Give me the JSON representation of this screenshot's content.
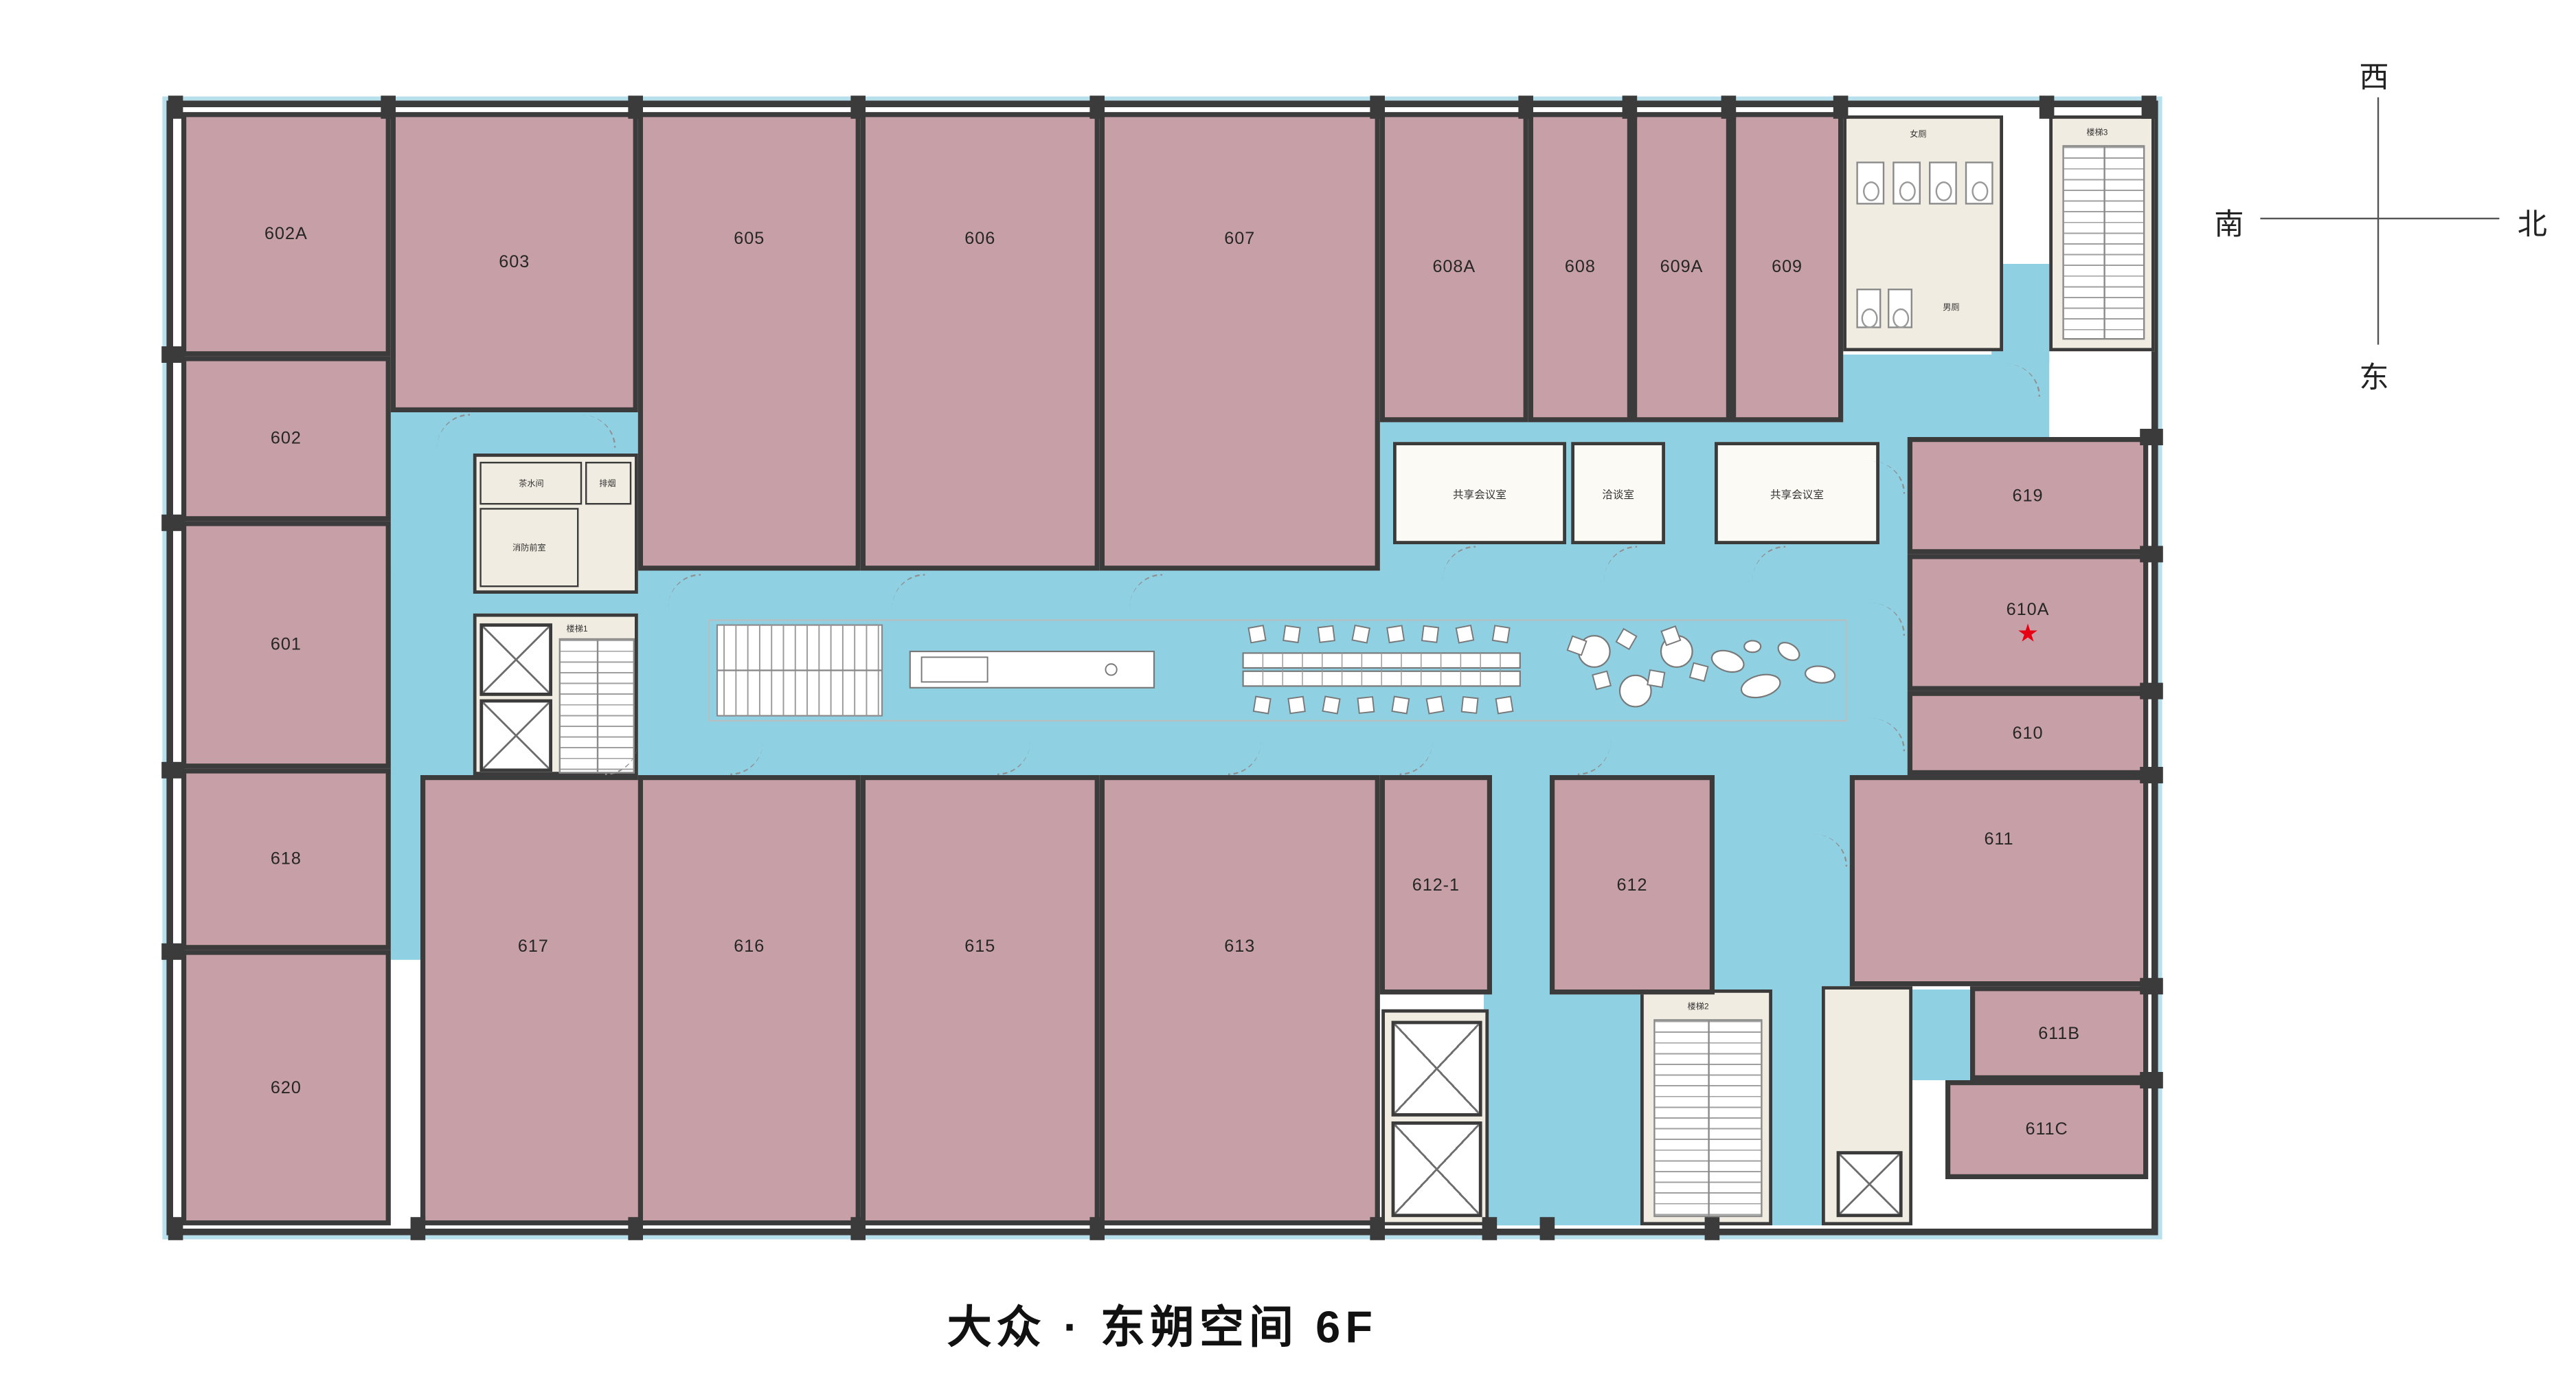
{
  "title": "大众 · 东朔空间 6F",
  "compass": {
    "top": "西",
    "left": "南",
    "right": "北",
    "bottom": "东"
  },
  "marker": {
    "symbol": "★",
    "room": "610A"
  },
  "colors": {
    "room_fill": "#c79fa6",
    "corridor_fill": "#8fd0e2",
    "wall": "#3b3b3b",
    "facility_fill": "#f1ece1",
    "meeting_fill": "#fbfaf5",
    "star": "#e60012",
    "glass": "#b7e0ec"
  },
  "rooms": [
    {
      "label": "602A"
    },
    {
      "label": "603"
    },
    {
      "label": "605"
    },
    {
      "label": "606"
    },
    {
      "label": "607"
    },
    {
      "label": "608A"
    },
    {
      "label": "608"
    },
    {
      "label": "609A"
    },
    {
      "label": "609"
    },
    {
      "label": "602"
    },
    {
      "label": "601"
    },
    {
      "label": "618"
    },
    {
      "label": "620"
    },
    {
      "label": "617"
    },
    {
      "label": "616"
    },
    {
      "label": "615"
    },
    {
      "label": "613"
    },
    {
      "label": "612-1"
    },
    {
      "label": "612"
    },
    {
      "label": "619"
    },
    {
      "label": "610A"
    },
    {
      "label": "610"
    },
    {
      "label": "611"
    },
    {
      "label": "611B"
    },
    {
      "label": "611C"
    }
  ],
  "facilities": {
    "tea_room": "茶水间",
    "smoke_exhaust": "排烟",
    "fire_lobby": "消防前室",
    "stairs_1": "楼梯1",
    "stairs_2": "楼梯2",
    "stairs_3": "楼梯3",
    "women_toilet": "女厕",
    "men_toilet": "男厕",
    "shared_meeting_1": "共享会议室",
    "negotiation_room": "洽谈室",
    "shared_meeting_2": "共享会议室"
  }
}
